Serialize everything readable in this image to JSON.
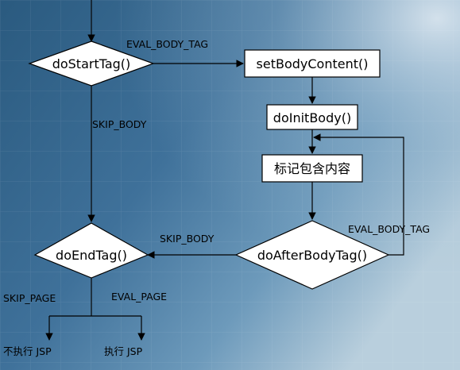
{
  "colors": {
    "background_dark": "#2a5a7f",
    "background_mid": "#4f82a8",
    "background_light": "#b9cfdd",
    "node_fill": "#ffffff",
    "line": "#000000"
  },
  "nodes": {
    "do_start_tag": "doStartTag()",
    "set_body_content": "setBodyContent()",
    "do_init_body": "doInitBody()",
    "mark_body_content": "标记包含内容",
    "do_after_body_tag": "doAfterBodyTag()",
    "do_end_tag": "doEndTag()",
    "skip_jsp": "不执行 JSP",
    "execute_jsp": "执行 JSP"
  },
  "edges": {
    "eval_body_tag_start": "EVAL_BODY_TAG",
    "skip_body_start": "SKIP_BODY",
    "skip_body_after": "SKIP_BODY",
    "eval_body_tag_loop": "EVAL_BODY_TAG",
    "skip_page": "SKIP_PAGE",
    "eval_page": "EVAL_PAGE"
  }
}
